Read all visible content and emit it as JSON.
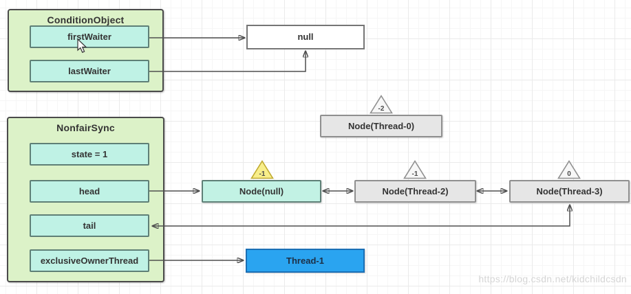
{
  "condition_object": {
    "title": "ConditionObject",
    "fields": [
      {
        "label": "firstWaiter"
      },
      {
        "label": "lastWaiter"
      }
    ]
  },
  "nonfair_sync": {
    "title": "NonfairSync",
    "fields": [
      {
        "label": "state = 1"
      },
      {
        "label": "head"
      },
      {
        "label": "tail"
      },
      {
        "label": "exclusiveOwnerThread"
      }
    ]
  },
  "null_box": {
    "label": "null"
  },
  "thread_box": {
    "label": "Thread-1"
  },
  "queue_nodes": [
    {
      "label": "Node(Thread-0)",
      "wait_status": "-2",
      "badge_style": "gray",
      "box_style": "gray"
    },
    {
      "label": "Node(null)",
      "wait_status": "-1",
      "badge_style": "yellow",
      "box_style": "cyan"
    },
    {
      "label": "Node(Thread-2)",
      "wait_status": "-1",
      "badge_style": "gray",
      "box_style": "gray"
    },
    {
      "label": "Node(Thread-3)",
      "wait_status": "0",
      "badge_style": "gray",
      "box_style": "gray"
    }
  ],
  "edges": [
    {
      "from": "firstWaiter",
      "to": "null",
      "heads": "end"
    },
    {
      "from": "lastWaiter",
      "to": "null",
      "heads": "end"
    },
    {
      "from": "head",
      "to": "Node(null)",
      "heads": "end"
    },
    {
      "from": "Node(null)",
      "to": "Node(Thread-2)",
      "heads": "both"
    },
    {
      "from": "Node(Thread-2)",
      "to": "Node(Thread-3)",
      "heads": "both"
    },
    {
      "from": "Node(Thread-3)",
      "to": "tail",
      "heads": "both"
    },
    {
      "from": "exclusiveOwnerThread",
      "to": "Thread-1",
      "heads": "end"
    }
  ],
  "watermark": "https://blog.csdn.net/kidchildcsdn",
  "colors": {
    "container_fill": "#dcf2c8",
    "field_fill": "#bff2e5",
    "node_gray_fill": "#e6e6e6",
    "node_cyan_fill": "#c2f2e4",
    "null_fill": "#ffffff",
    "thread_fill": "#2aa4f0",
    "badge_yellow_fill": "#f8ee8a",
    "badge_gray_fill": "#f7f7f7",
    "arrow": "#4f4f4f"
  }
}
